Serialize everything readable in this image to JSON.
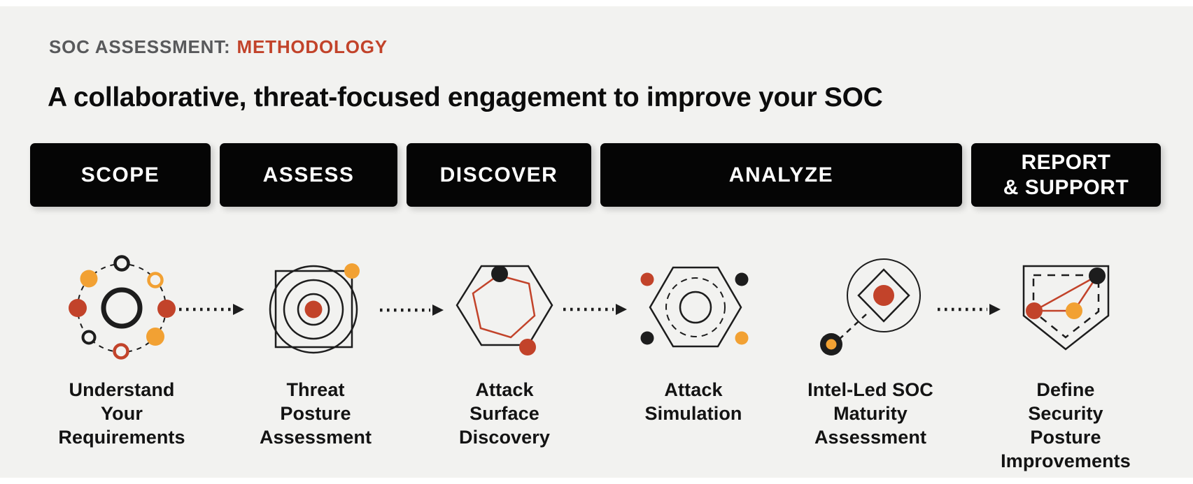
{
  "colors": {
    "red": "#c2432a",
    "orange": "#f2a133",
    "ink": "#1d1d1d",
    "gray": "#58595b",
    "bg": "#f2f2f0",
    "bar": "#050505"
  },
  "header": {
    "eyebrow": "SOC ASSESSMENT:",
    "eyebrow_highlight": "METHODOLOGY",
    "title": "A collaborative, threat-focused engagement to improve your SOC"
  },
  "phases": [
    {
      "label": "SCOPE"
    },
    {
      "label": "ASSESS"
    },
    {
      "label": "DISCOVER"
    },
    {
      "label": "ANALYZE"
    },
    {
      "label": [
        "REPORT",
        "& SUPPORT"
      ]
    }
  ],
  "steps": [
    {
      "icon": "requirements-orbit-icon",
      "caption": [
        "Understand",
        "Your",
        "Requirements"
      ]
    },
    {
      "icon": "threat-posture-target-icon",
      "caption": [
        "Threat",
        "Posture",
        "Assessment"
      ]
    },
    {
      "icon": "attack-surface-hexagon-icon",
      "caption": [
        "Attack",
        "Surface",
        "Discovery"
      ]
    },
    {
      "icon": "attack-simulation-hexagon-icon",
      "caption": [
        "Attack",
        "Simulation"
      ]
    },
    {
      "icon": "soc-maturity-lens-icon",
      "caption": [
        "Intel-Led SOC",
        "Maturity",
        "Assessment"
      ]
    },
    {
      "icon": "security-posture-shield-icon",
      "caption": [
        "Define Security",
        "Posture",
        "Improvements"
      ]
    }
  ]
}
